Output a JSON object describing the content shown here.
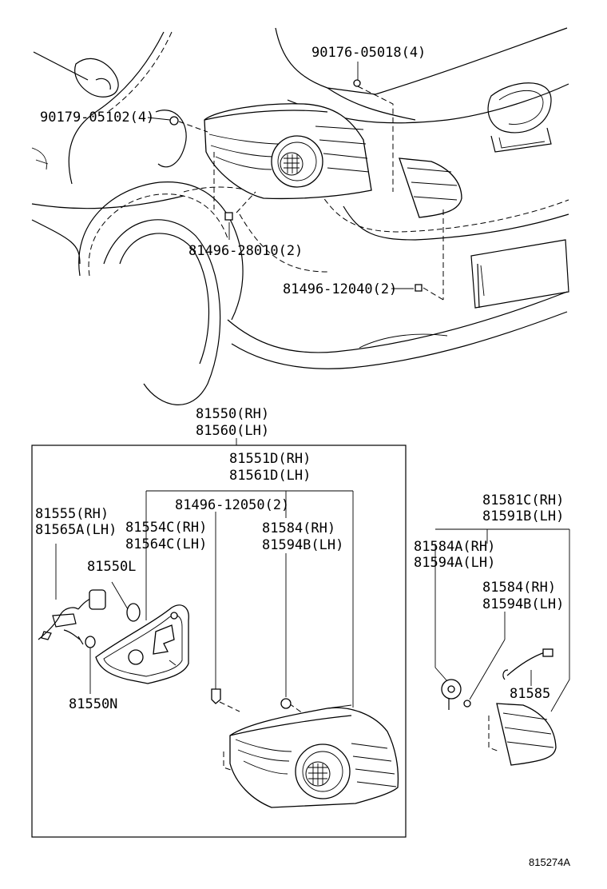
{
  "labels": {
    "p90176": "90176-05018(4)",
    "p90179": "90179-05102(4)",
    "p81496_28010": "81496-28010(2)",
    "p81496_12040": "81496-12040(2)",
    "p81550": "81550(RH)",
    "p81560": "81560(LH)",
    "p81551D": "81551D(RH)",
    "p81561D": "81561D(LH)",
    "p81496_12050": "81496-12050(2)",
    "p81555": "81555(RH)",
    "p81565A": "81565A(LH)",
    "p81554C": "81554C(RH)",
    "p81564C": "81564C(LH)",
    "p81584_a": "81584(RH)",
    "p81594B_a": "81594B(LH)",
    "p81550L": "81550L",
    "p81550N": "81550N",
    "p81581C": "81581C(RH)",
    "p81591B": "81591B(LH)",
    "p81584A": "81584A(RH)",
    "p81594A": "81594A(LH)",
    "p81584_b": "81584(RH)",
    "p81594B_b": "81594B(LH)",
    "p81585": "81585",
    "figure_id": "815274A"
  }
}
